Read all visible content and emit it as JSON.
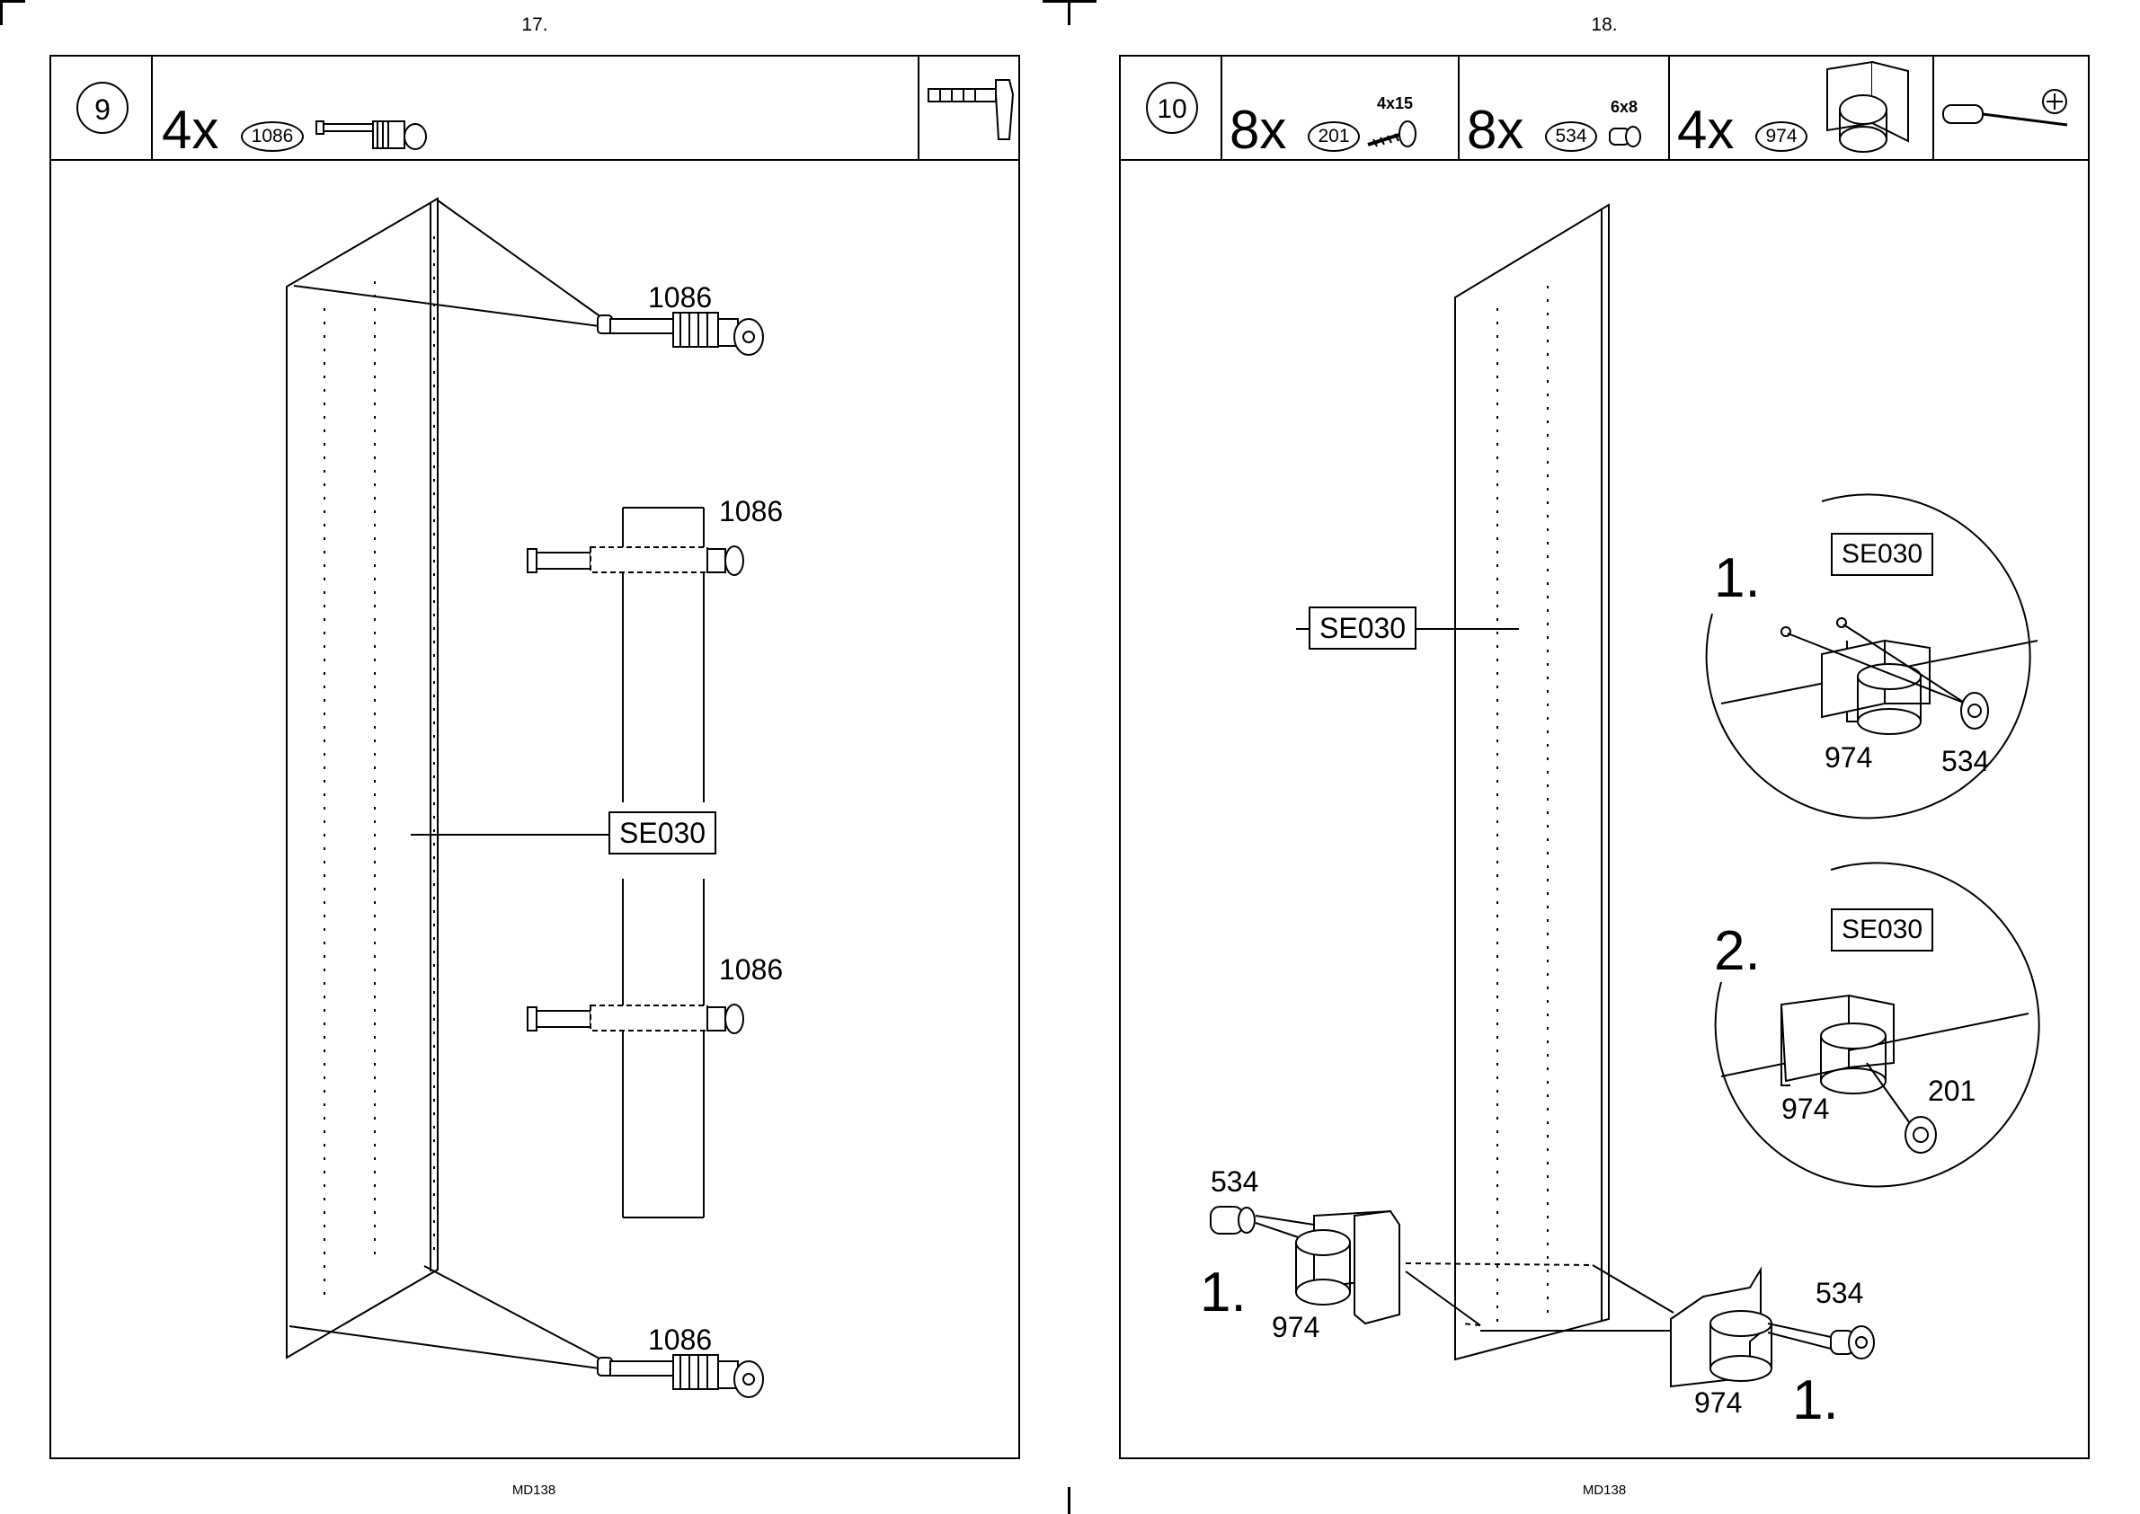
{
  "pages": [
    {
      "page_number": "17.",
      "footer": "MD138",
      "step": {
        "number": "9",
        "parts": [
          {
            "qty": "4x",
            "code": "1086"
          }
        ],
        "callouts": {
          "top": "1086",
          "middle_upper": "1086",
          "middle_lower": "1086",
          "bottom": "1086"
        },
        "panel_label": "SE030"
      }
    },
    {
      "page_number": "18.",
      "footer": "MD138",
      "step": {
        "number": "10",
        "parts": [
          {
            "qty": "8x",
            "code": "201",
            "size": "4x15"
          },
          {
            "qty": "8x",
            "code": "534",
            "size": "6x8"
          },
          {
            "qty": "4x",
            "code": "974"
          }
        ],
        "panel_label": "SE030",
        "detail1": {
          "seq": "1.",
          "label": "SE030",
          "part_a": "974",
          "part_b": "534"
        },
        "detail2": {
          "seq": "2.",
          "label": "SE030",
          "part_a": "974",
          "part_b": "201"
        },
        "bottom_left": {
          "seq": "1.",
          "part_a": "534",
          "part_b": "974"
        },
        "bottom_right": {
          "seq": "1.",
          "part_a": "534",
          "part_b": "974"
        }
      }
    }
  ]
}
